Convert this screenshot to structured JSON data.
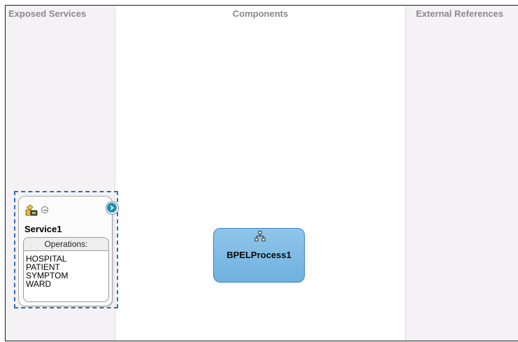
{
  "swimlanes": {
    "exposed_services": "Exposed Services",
    "components": "Components",
    "external_references": "External References"
  },
  "service": {
    "name": "Service1",
    "operations_header": "Operations:",
    "operations": [
      "HOSPITAL",
      "PATIENT",
      "SYMPTOM",
      "WARD"
    ],
    "icon": "web-service-icon",
    "collapse_icon": "collapse-icon",
    "wire_icon": "chevron-right-icon"
  },
  "component": {
    "name": "BPELProcess1",
    "icon": "bpel-process-icon"
  },
  "colors": {
    "selection": "#2e6fb8",
    "component_fill": "#7ab8e3",
    "component_border": "#3c7fc4",
    "lane_title": "#8a8a8a"
  }
}
